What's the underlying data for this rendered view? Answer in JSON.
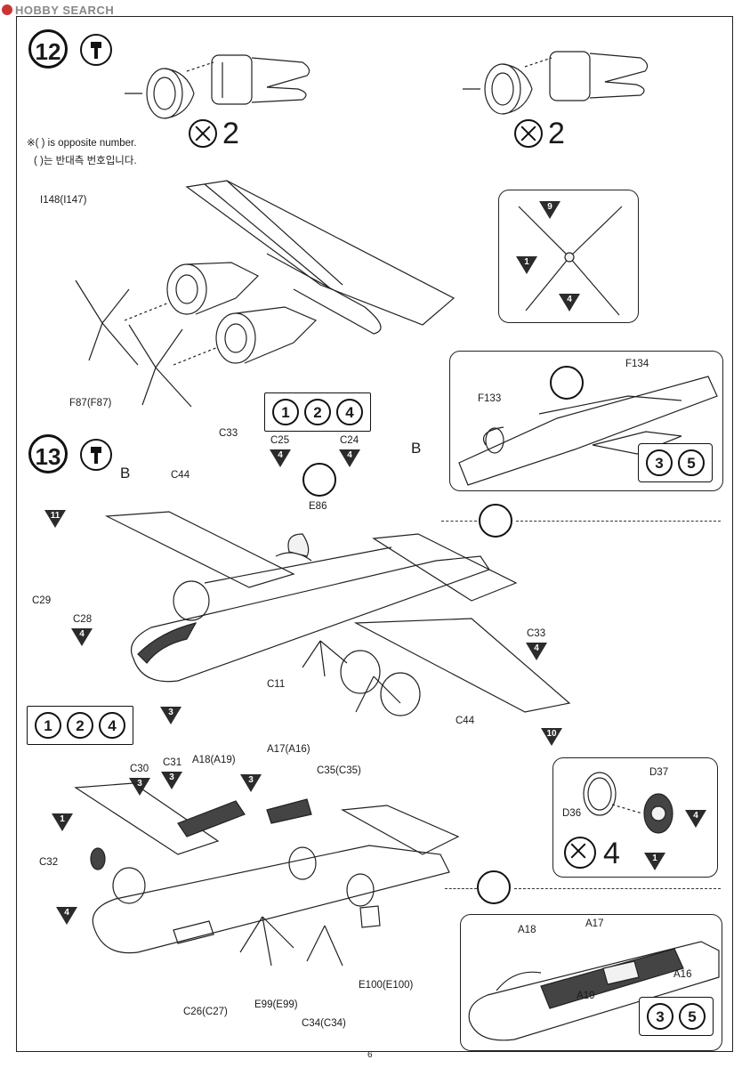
{
  "watermark": "HOBBY SEARCH",
  "page_number": "6",
  "note": {
    "en": "※( ) is opposite number.",
    "ko": "( )는 반대측 번호입니다."
  },
  "steps": [
    {
      "number": "12"
    },
    {
      "number": "13"
    }
  ],
  "quantities": {
    "top_left": "2",
    "top_right": "2",
    "wheel_inset": "4"
  },
  "labels": {
    "i148": "I148(I147)",
    "f87": "F87(F87)",
    "f134": "F134",
    "f133": "F133",
    "c33_top": "C33",
    "c25": "C25",
    "c24": "C24",
    "b_left": "B",
    "b_right": "B",
    "c44_top": "C44",
    "e86": "E86",
    "c29": "C29",
    "c28": "C28",
    "c11": "C11",
    "c33_right": "C33",
    "c44_bottom": "C44",
    "a17a16": "A17(A16)",
    "c30": "C30",
    "c31": "C31",
    "a18a19": "A18(A19)",
    "c35": "C35(C35)",
    "c32": "C32",
    "c26": "C26(C27)",
    "e99": "E99(E99)",
    "c34": "C34(C34)",
    "e100": "E100(E100)",
    "d37": "D37",
    "d36": "D36",
    "a18": "A18",
    "a17": "A17",
    "a16": "A16",
    "a19": "A19"
  },
  "triangle_markers": {
    "prop_9": "9",
    "prop_1": "1",
    "prop_4": "4",
    "c25": "4",
    "c24": "4",
    "t11": "11",
    "c28": "4",
    "t3": "3",
    "c33r": "4",
    "t10": "10",
    "c30": "3",
    "c31": "3",
    "a18": "3",
    "t1": "1",
    "c32": "4",
    "d37": "4",
    "wheel": "1"
  },
  "color_groups": {
    "top": [
      "1",
      "2",
      "4"
    ],
    "inset_top": [
      "3",
      "5"
    ],
    "mid": [
      "1",
      "2",
      "4"
    ],
    "inset_bottom": [
      "3",
      "5"
    ]
  }
}
